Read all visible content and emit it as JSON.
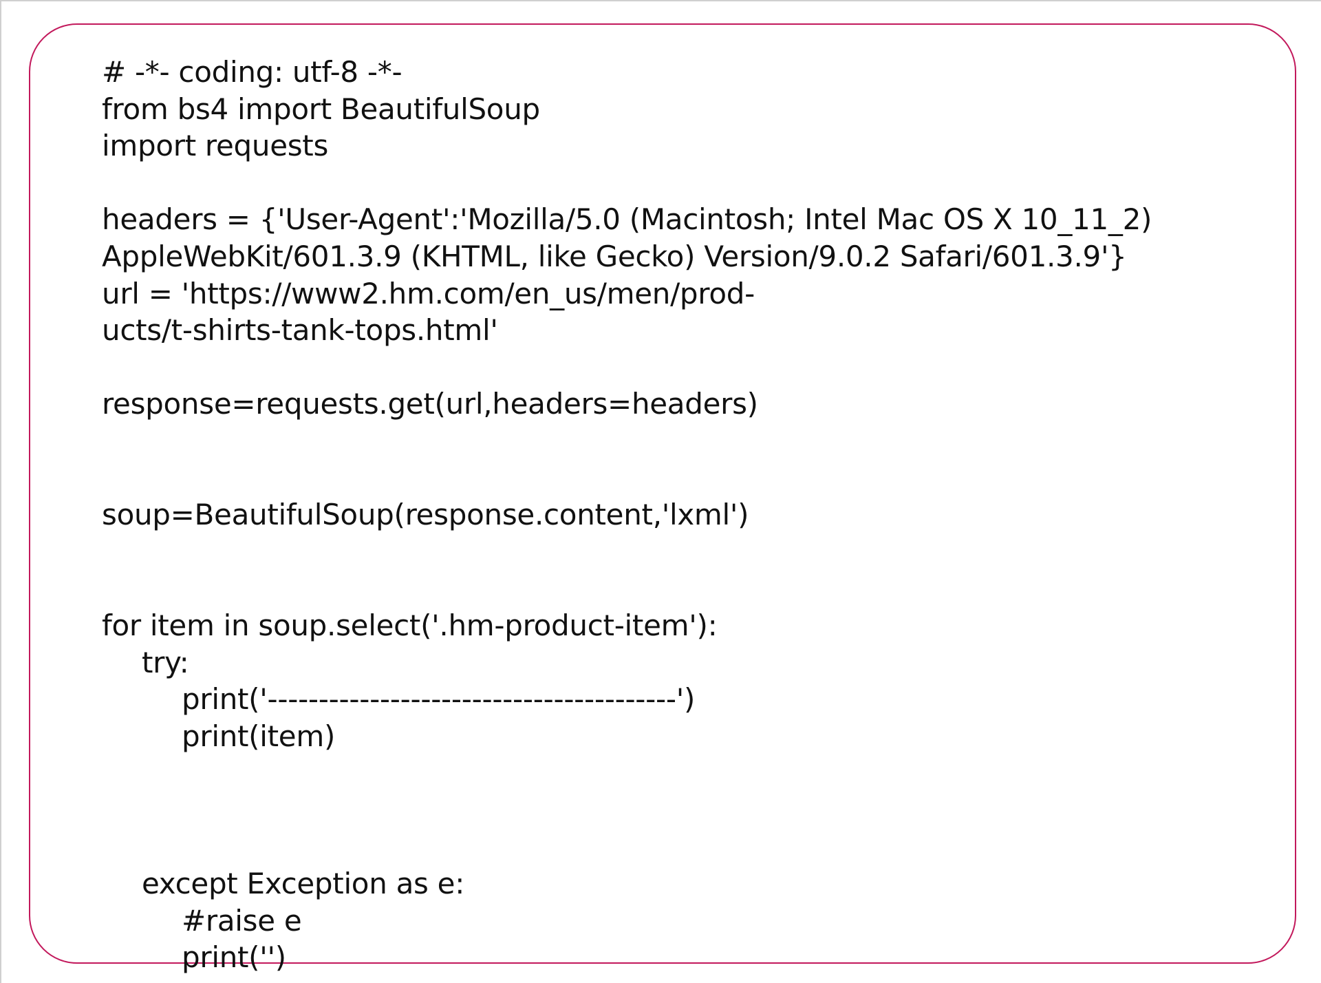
{
  "colors": {
    "frame_border": "#c2185b",
    "text": "#111111",
    "background": "#ffffff"
  },
  "code": {
    "lines": [
      {
        "text": "# -*- coding: utf-8 -*-",
        "indent": 0
      },
      {
        "text": "from bs4 import BeautifulSoup",
        "indent": 0
      },
      {
        "text": "import requests",
        "indent": 0
      },
      {
        "text": "",
        "indent": 0
      },
      {
        "text": "headers = {'User-Agent':'Mozilla/5.0 (Macintosh; Intel Mac OS X 10_11_2)",
        "indent": 0
      },
      {
        "text": "AppleWebKit/601.3.9 (KHTML, like Gecko) Version/9.0.2 Safari/601.3.9'}",
        "indent": 0
      },
      {
        "text": "url = 'https://www2.hm.com/en_us/men/prod-",
        "indent": 0
      },
      {
        "text": "ucts/t-shirts-tank-tops.html'",
        "indent": 0
      },
      {
        "text": "",
        "indent": 0
      },
      {
        "text": "response=requests.get(url,headers=headers)",
        "indent": 0
      },
      {
        "text": "",
        "indent": 0
      },
      {
        "text": "",
        "indent": 0
      },
      {
        "text": "soup=BeautifulSoup(response.content,'lxml')",
        "indent": 0
      },
      {
        "text": "",
        "indent": 0
      },
      {
        "text": "",
        "indent": 0
      },
      {
        "text": "for item in soup.select('.hm-product-item'):",
        "indent": 0
      },
      {
        "text": "try:",
        "indent": 1
      },
      {
        "text": "print('----------------------------------------')",
        "indent": 2
      },
      {
        "text": "print(item)",
        "indent": 2
      },
      {
        "text": "",
        "indent": 0
      },
      {
        "text": "",
        "indent": 0
      },
      {
        "text": "",
        "indent": 0
      },
      {
        "text": "except Exception as e:",
        "indent": 1
      },
      {
        "text": "#raise e",
        "indent": 2
      },
      {
        "text": "print('')",
        "indent": 2
      }
    ]
  }
}
